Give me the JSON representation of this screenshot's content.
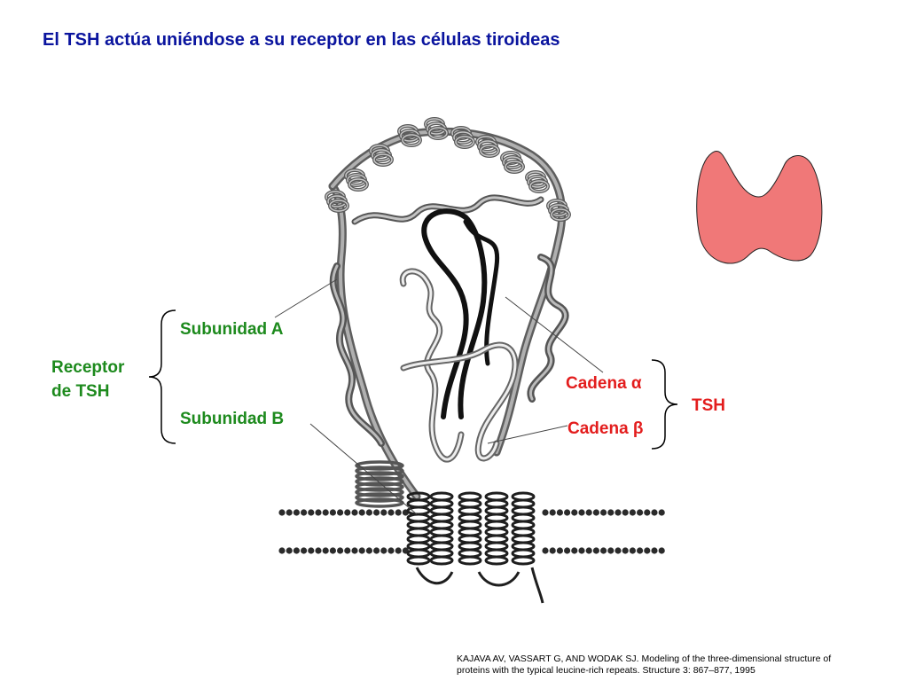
{
  "title": "El TSH actúa uniéndose a su receptor en las células tiroideas",
  "labels": {
    "subunidad_a": "Subunidad A",
    "subunidad_b": "Subunidad B",
    "receptor_line1": "Receptor",
    "receptor_line2": "de TSH",
    "cadena_alpha": "Cadena α",
    "cadena_beta": "Cadena β",
    "tsh": "TSH"
  },
  "citation": {
    "line1": "KAJAVA AV, VASSART G, AND WODAK SJ. Modeling of the three-dimensional structure of",
    "line2": "proteins with the typical leucine-rich repeats. Structure 3: 867–877, 1995"
  },
  "colors": {
    "title": "#0a149e",
    "receptor_labels": "#1d8a1d",
    "tsh_labels": "#e31d1d",
    "thyroid_fill": "#f07878"
  }
}
